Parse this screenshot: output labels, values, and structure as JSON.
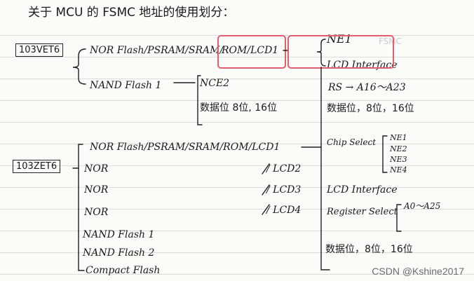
{
  "title": "关于 MCU 的 FSMC 地址的使用划分：",
  "chips": [
    {
      "label": "103VET6"
    },
    {
      "label": "103ZET6"
    }
  ],
  "vet6": {
    "bank1": "NOR Flash/PSRAM/SRAM/",
    "rom_lcd1": "ROM/LCD1",
    "nand": "NAND Flash 1",
    "nce2": "NCE2",
    "data_bits": "数据位 8位, 16位",
    "ne1": "NE1",
    "lcd_interface": "LCD Interface",
    "rs": "RS → A16～A23",
    "data_bits_lcd": "数据位，8位，16位"
  },
  "zet6": {
    "bank1": "NOR Flash/PSRAM/SRAM/ROM/LCD1",
    "nor2": "NOR",
    "lcd2": "/ LCD2",
    "nor3": "NOR",
    "lcd3": "/ LCD3",
    "nor4": "NOR",
    "lcd4": "/ LCD4",
    "nand1": "NAND Flash 1",
    "nand2": "NAND Flash 2",
    "compact_flash": "Compact Flash",
    "chip_select": "Chip Select",
    "ne_list": [
      "NE1",
      "NE2",
      "NE3",
      "NE4"
    ],
    "lcd_interface": "LCD Interface",
    "register_select": "Register Select",
    "address_range": "A0～A25",
    "data_bits": "数据位，8位，16位"
  },
  "watermark": "CSDN @Kshine2017"
}
